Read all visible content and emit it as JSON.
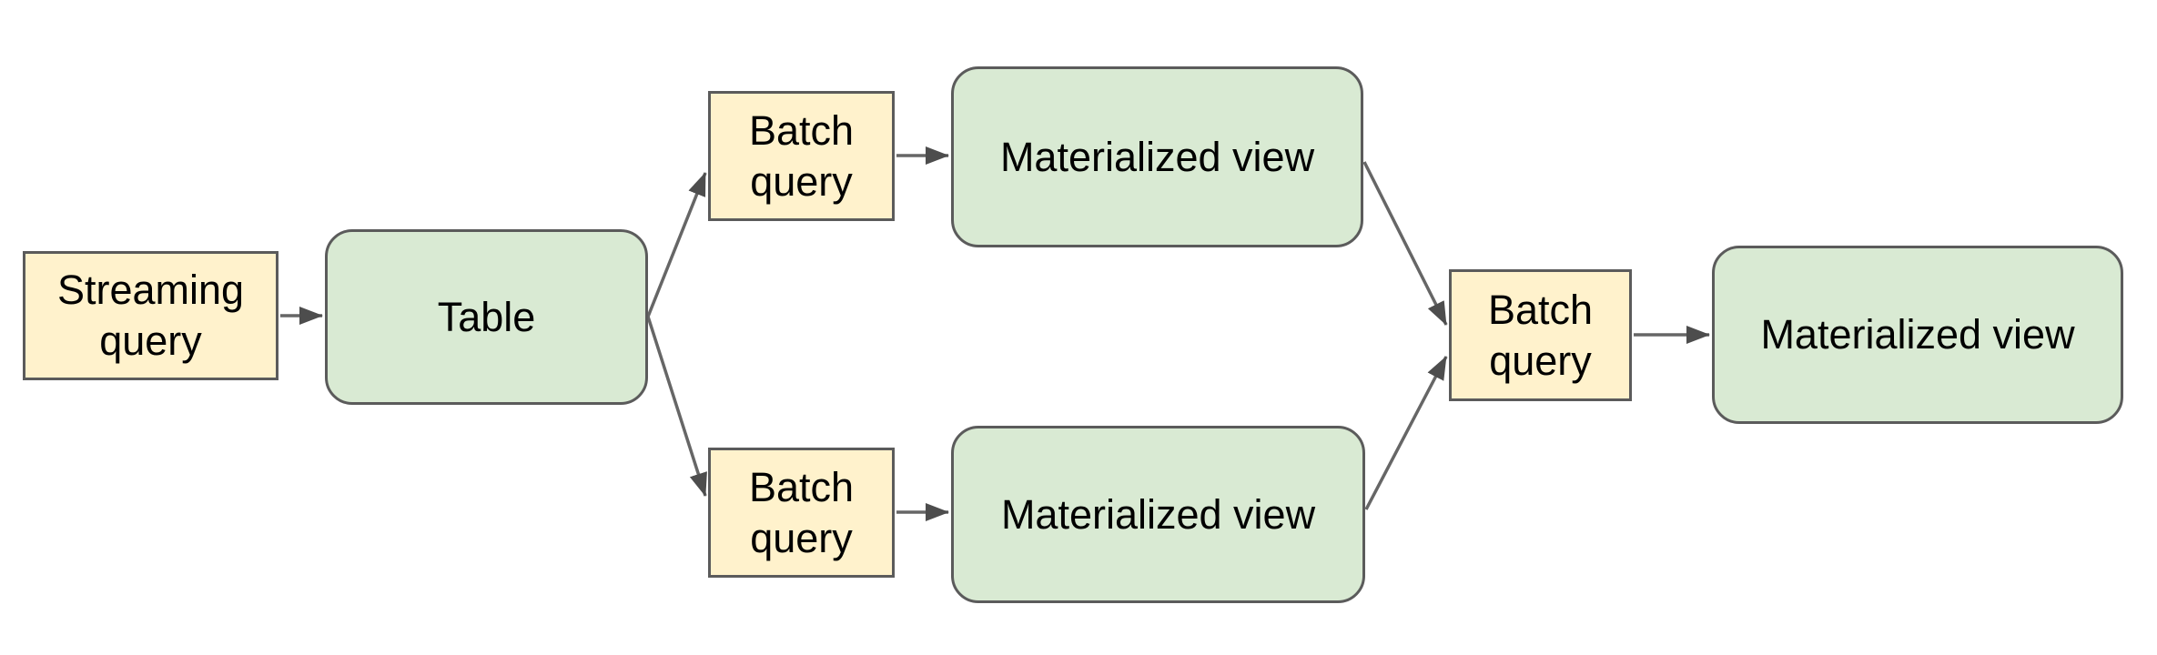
{
  "diagram": {
    "type": "flow-diagram",
    "direction": "left-to-right",
    "colors": {
      "query_node_fill": "#fff2cc",
      "data_node_fill": "#d9ead3",
      "node_border": "#5b5b5b",
      "edge_stroke": "#666666",
      "arrowhead_fill": "#4d4d4d",
      "text": "#000000",
      "background": "#ffffff"
    },
    "nodes": [
      {
        "id": "streaming-query",
        "label": "Streaming query",
        "kind": "query",
        "shape": "rectangle"
      },
      {
        "id": "table",
        "label": "Table",
        "kind": "data",
        "shape": "rounded-rectangle"
      },
      {
        "id": "batch-query-top",
        "label": "Batch query",
        "kind": "query",
        "shape": "rectangle"
      },
      {
        "id": "materialized-view-top",
        "label": "Materialized view",
        "kind": "data",
        "shape": "rounded-rectangle"
      },
      {
        "id": "batch-query-bottom",
        "label": "Batch query",
        "kind": "query",
        "shape": "rectangle"
      },
      {
        "id": "materialized-view-bottom",
        "label": "Materialized view",
        "kind": "data",
        "shape": "rounded-rectangle"
      },
      {
        "id": "batch-query-right",
        "label": "Batch query",
        "kind": "query",
        "shape": "rectangle"
      },
      {
        "id": "materialized-view-right",
        "label": "Materialized view",
        "kind": "data",
        "shape": "rounded-rectangle"
      }
    ],
    "edges": [
      {
        "from": "streaming-query",
        "to": "table"
      },
      {
        "from": "table",
        "to": "batch-query-top"
      },
      {
        "from": "table",
        "to": "batch-query-bottom"
      },
      {
        "from": "batch-query-top",
        "to": "materialized-view-top"
      },
      {
        "from": "batch-query-bottom",
        "to": "materialized-view-bottom"
      },
      {
        "from": "materialized-view-top",
        "to": "batch-query-right"
      },
      {
        "from": "materialized-view-bottom",
        "to": "batch-query-right"
      },
      {
        "from": "batch-query-right",
        "to": "materialized-view-right"
      }
    ]
  }
}
